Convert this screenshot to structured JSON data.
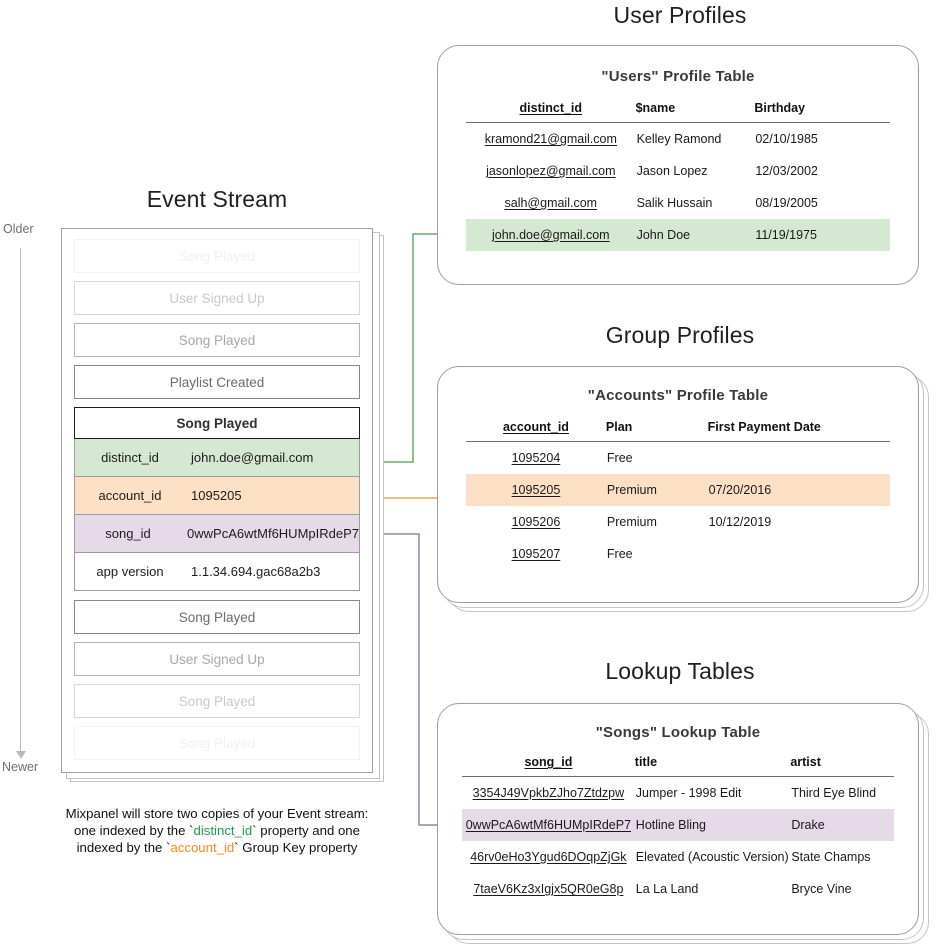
{
  "sections": {
    "event_stream_title": "Event Stream",
    "user_profiles_title": "User Profiles",
    "group_profiles_title": "Group Profiles",
    "lookup_tables_title": "Lookup Tables"
  },
  "timeline": {
    "older_label": "Older",
    "newer_label": "Newer"
  },
  "event_stream": {
    "top_events": [
      {
        "label": "Song Played",
        "opacity_class": "ev-o1"
      },
      {
        "label": "User Signed Up",
        "opacity_class": "ev-o2"
      },
      {
        "label": "Song Played",
        "opacity_class": "ev-o3"
      },
      {
        "label": "Playlist Created",
        "opacity_class": "ev-o4"
      }
    ],
    "selected_event": {
      "name": "Song Played",
      "properties": [
        {
          "key": "distinct_id",
          "value": "john.doe@gmail.com",
          "highlight": "green"
        },
        {
          "key": "account_id",
          "value": "1095205",
          "highlight": "orange"
        },
        {
          "key": "song_id",
          "value": "0wwPcA6wtMf6HUMpIRdeP7",
          "highlight": "purple"
        },
        {
          "key": "app version",
          "value": "1.1.34.694.gac68a2b3",
          "highlight": "none"
        }
      ]
    },
    "bottom_events": [
      {
        "label": "Song Played",
        "opacity_class": "ev-o4"
      },
      {
        "label": "User Signed Up",
        "opacity_class": "ev-o3"
      },
      {
        "label": "Song Played",
        "opacity_class": "ev-o2"
      },
      {
        "label": "Song Played",
        "opacity_class": "ev-o1"
      }
    ]
  },
  "users_table": {
    "title": "\"Users\" Profile Table",
    "columns": [
      "distinct_id",
      "$name",
      "Birthday"
    ],
    "rows": [
      {
        "distinct_id": "kramond21@gmail.com",
        "name": "Kelley Ramond",
        "birthday": "02/10/1985",
        "highlight": false
      },
      {
        "distinct_id": "jasonlopez@gmail.com",
        "name": "Jason Lopez",
        "birthday": "12/03/2002",
        "highlight": false
      },
      {
        "distinct_id": "salh@gmail.com",
        "name": "Salik Hussain",
        "birthday": "08/19/2005",
        "highlight": false
      },
      {
        "distinct_id": "john.doe@gmail.com",
        "name": "John Doe",
        "birthday": "11/19/1975",
        "highlight": true
      }
    ]
  },
  "accounts_table": {
    "title": "\"Accounts\" Profile Table",
    "columns": [
      "account_id",
      "Plan",
      "First Payment Date"
    ],
    "rows": [
      {
        "account_id": "1095204",
        "plan": "Free",
        "first_payment_date": "",
        "highlight": false
      },
      {
        "account_id": "1095205",
        "plan": "Premium",
        "first_payment_date": "07/20/2016",
        "highlight": true
      },
      {
        "account_id": "1095206",
        "plan": "Premium",
        "first_payment_date": "10/12/2019",
        "highlight": false
      },
      {
        "account_id": "1095207",
        "plan": "Free",
        "first_payment_date": "",
        "highlight": false
      }
    ]
  },
  "songs_table": {
    "title": "\"Songs\" Lookup Table",
    "columns": [
      "song_id",
      "title",
      "artist"
    ],
    "rows": [
      {
        "song_id": "3354J49VpkbZJho7Ztdzpw",
        "title": "Jumper - 1998 Edit",
        "artist": "Third Eye Blind",
        "highlight": false
      },
      {
        "song_id": "0wwPcA6wtMf6HUMpIRdeP7",
        "title": "Hotline Bling",
        "artist": "Drake",
        "highlight": true
      },
      {
        "song_id": "46rv0eHo3Ygud6DOqpZjGk",
        "title": "Elevated (Acoustic Version)",
        "artist": "State Champs",
        "highlight": false
      },
      {
        "song_id": "7taeV6Kz3xIgjx5QR0eG8p",
        "title": "La La Land",
        "artist": "Bryce Vine",
        "highlight": false
      }
    ]
  },
  "caption": {
    "line1": "Mixpanel will store two copies of your Event stream:",
    "line2_a": "one indexed by the `",
    "line2_b": "distinct_id",
    "line2_c": "` property and one",
    "line3_a": "indexed by the `",
    "line3_b": "account_id",
    "line3_c": "` Group Key property"
  },
  "colors": {
    "green": "#d5e8d1",
    "orange": "#fbe0c5",
    "purple": "#e6d9e8",
    "green_connector": "#6aa96f",
    "orange_connector": "#e8a657",
    "purple_connector": "#9b86a3",
    "caption_green": "#1f9a4d",
    "caption_orange": "#f08a1e"
  }
}
